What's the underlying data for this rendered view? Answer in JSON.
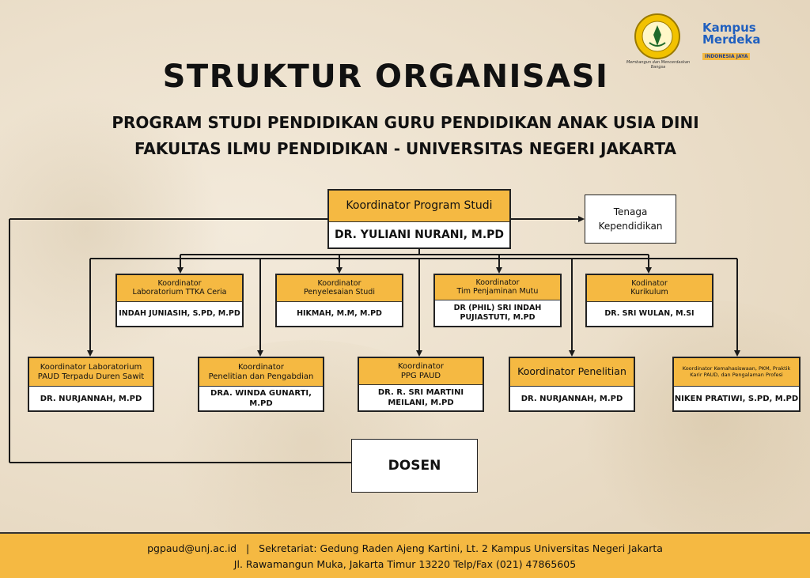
{
  "header": {
    "title": "STRUKTUR ORGANISASI",
    "subtitle_line1": "PROGRAM STUDI PENDIDIKAN GURU PENDIDIKAN ANAK USIA DINI",
    "subtitle_line2": "FAKULTAS ILMU PENDIDIKAN - UNIVERSITAS NEGERI JAKARTA"
  },
  "logos": {
    "unj_motto": "Membangun dan Mencerdaskan Bangsa",
    "kampus_merdeka_line1": "Kampus",
    "kampus_merdeka_line2": "Merdeka",
    "kampus_merdeka_tagline": "INDONESIA JAYA"
  },
  "coordinator": {
    "title": "Koordinator Program Studi",
    "name": "DR. YULIANI NURANI, M.PD"
  },
  "staff": {
    "line1": "Tenaga",
    "line2": "Kependidikan"
  },
  "level2": [
    {
      "title1": "Koordinator",
      "title2": "Laboratorium TTKA Ceria",
      "name1": "INDAH JUNIASIH, S.PD, M.PD",
      "name2": ""
    },
    {
      "title1": "Koordinator",
      "title2": "Penyelesaian Studi",
      "name1": "HIKMAH, M.M, M.PD",
      "name2": ""
    },
    {
      "title1": "Koordinator",
      "title2": "Tim Penjaminan Mutu",
      "name1": "DR (PHIL) SRI INDAH",
      "name2": "PUJIASTUTI, M.PD"
    },
    {
      "title1": "Kodinator",
      "title2": "Kurikulum",
      "name1": "DR. SRI WULAN, M.SI",
      "name2": ""
    }
  ],
  "level3": [
    {
      "title1": "Koordinator Laboratorium",
      "title2": "PAUD Terpadu Duren Sawit",
      "name1": "DR. NURJANNAH, M.PD",
      "name2": ""
    },
    {
      "title1": "Koordinator",
      "title2": "Penelitian dan Pengabdian",
      "name1": "DRA. WINDA GUNARTI, M.PD",
      "name2": ""
    },
    {
      "title1": "Koordinator",
      "title2": "PPG PAUD",
      "name1": "DR. R. SRI MARTINI",
      "name2": "MEILANI, M.PD"
    },
    {
      "title1": "Koordinator Penelitian",
      "title2": "",
      "name1": "DR. NURJANNAH, M.PD",
      "name2": ""
    },
    {
      "title1": "Koordinator Kemahasiswaan, PKM, Praktik",
      "title2": "Karir PAUD, dan Pengalaman Profesi",
      "name1": "NIKEN PRATIWI, S.PD, M.PD",
      "name2": ""
    }
  ],
  "dosen": {
    "label": "DOSEN"
  },
  "footer": {
    "line1": "pgpaud@unj.ac.id   |   Sekretariat: Gedung Raden Ajeng Kartini, Lt. 2 Kampus Universitas Negeri Jakarta",
    "line2": "Jl. Rawamangun Muka, Jakarta Timur 13220 Telp/Fax (021) 47865605"
  }
}
